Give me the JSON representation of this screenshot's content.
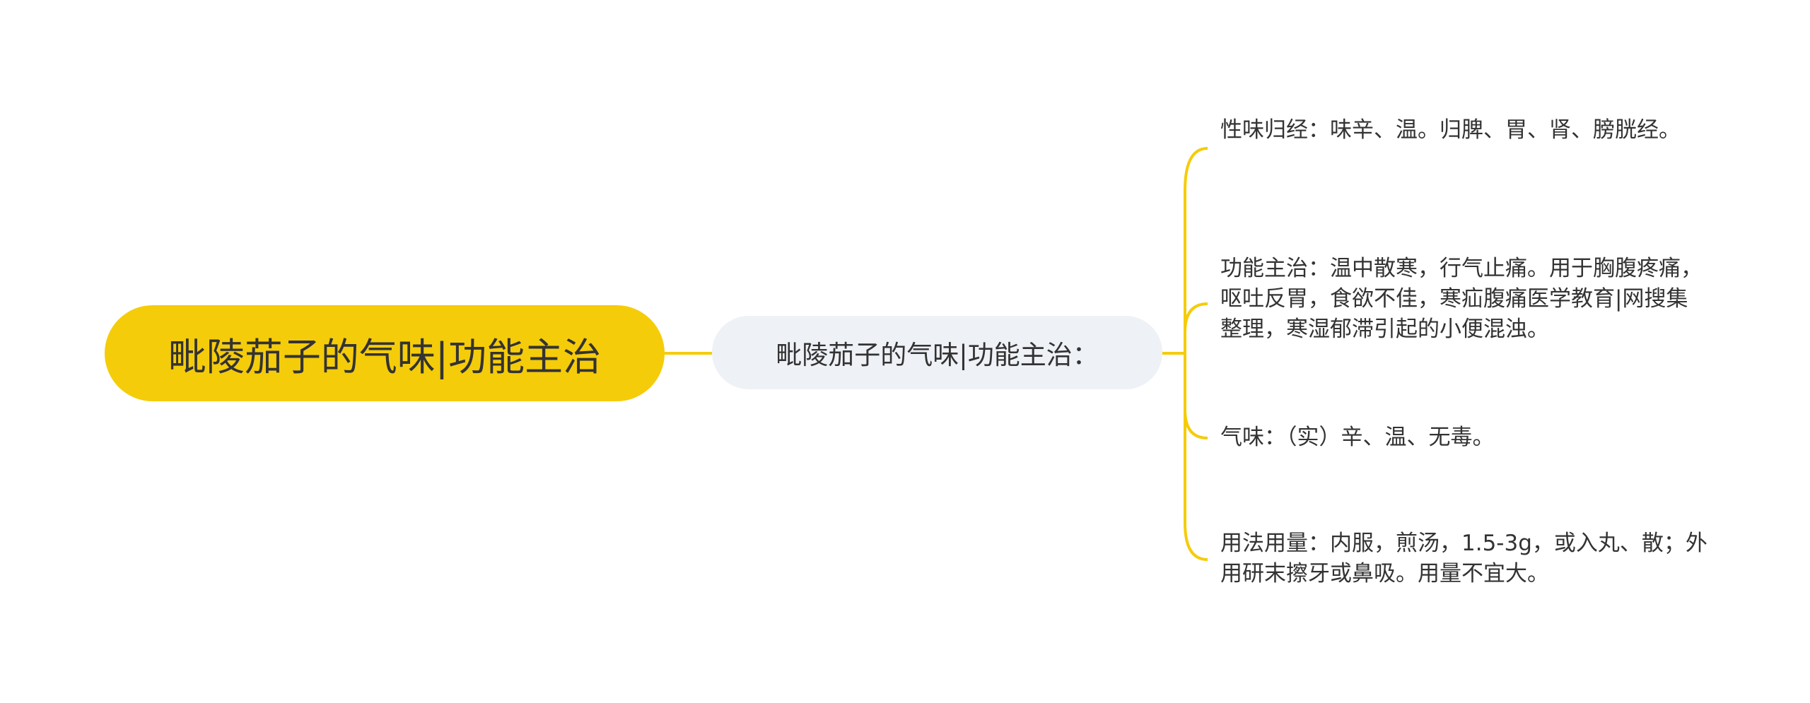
{
  "mindmap": {
    "root": {
      "label": "毗陵茄子的气味|功能主治"
    },
    "branch": {
      "label": "毗陵茄子的气味|功能主治："
    },
    "leaves": [
      {
        "text": "性味归经：味辛、温。归脾、胃、肾、膀胱经。"
      },
      {
        "text": "功能主治：温中散寒，行气止痛。用于胸腹疼痛，呕吐反胃，食欲不佳，寒疝腹痛医学教育|网搜集整理，寒湿郁滞引起的小便混浊。"
      },
      {
        "text": "气味：（实）辛、温、无毒。"
      },
      {
        "text": "用法用量：内服，煎汤，1.5-3g，或入丸、散；外用研末擦牙或鼻吸。用量不宜大。"
      }
    ],
    "colors": {
      "accent": "#f5cc0a",
      "branch_bg": "#eef1f5",
      "text": "#333333",
      "background": "#ffffff"
    }
  }
}
